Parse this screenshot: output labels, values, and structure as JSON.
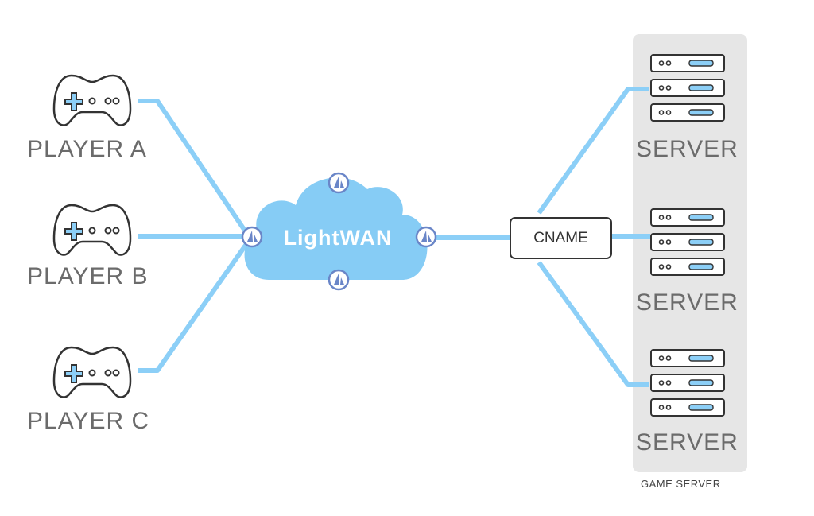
{
  "players": [
    {
      "label": "PLAYER A"
    },
    {
      "label": "PLAYER B"
    },
    {
      "label": "PLAYER C"
    }
  ],
  "cloud": {
    "label": "LightWAN"
  },
  "cname": {
    "label": "CNAME"
  },
  "servers": [
    {
      "label": "SERVER"
    },
    {
      "label": "SERVER"
    },
    {
      "label": "SERVER"
    }
  ],
  "group": {
    "label": "GAME  SERVER"
  },
  "colors": {
    "link": "#8ccff7",
    "cloud": "#86ccf5",
    "server_panel": "#e6e6e6",
    "outline": "#333333",
    "node_icon": "#6a86c8",
    "accent": "#8ccff7"
  },
  "icons": {
    "player": "gamepad-icon",
    "server": "server-rack-icon",
    "node": "sail-node-icon"
  }
}
